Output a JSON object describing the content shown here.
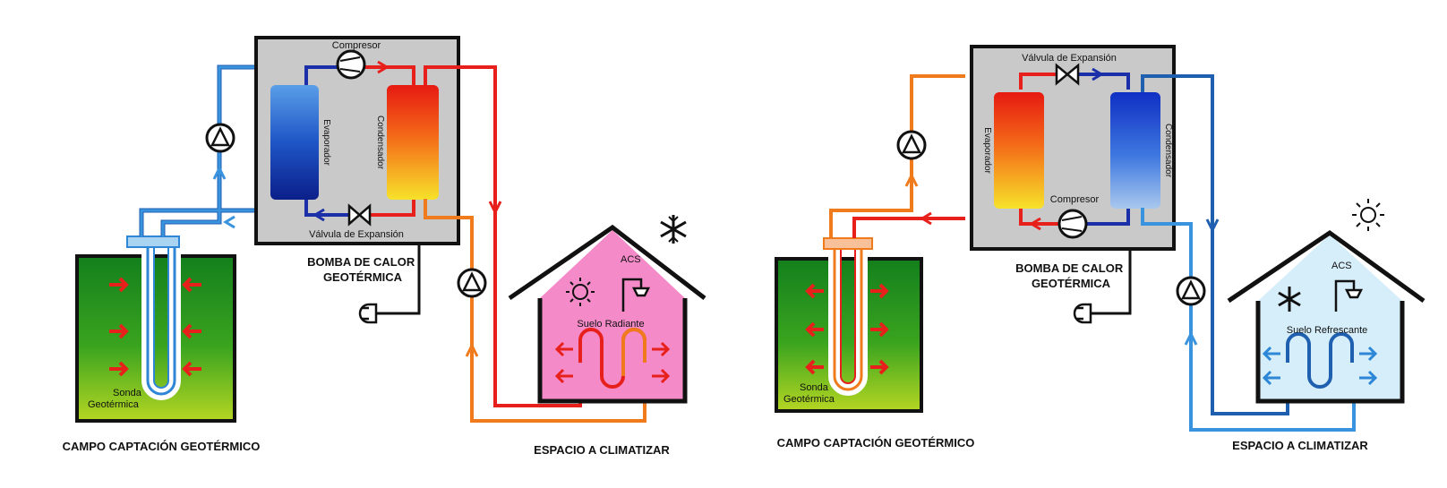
{
  "colors": {
    "hot": "#e8201c",
    "warm": "#f07b1c",
    "cold_dark": "#1a2fa8",
    "cold_light": "#2e86d6",
    "pump_box": "#c9c9c9",
    "ground_dark": "#138a1e",
    "ground_light": "#9ccc22",
    "house_heating": "#f48ac8",
    "house_cooling": "#d5eefa"
  },
  "left": {
    "compressor_label": "Compresor",
    "evaporator_label": "Evaporador",
    "condenser_label": "Condensador",
    "valve_label": "Válvula de Expansión",
    "pump_title_line1": "BOMBA DE CALOR",
    "pump_title_line2": "GEOTÉRMICA",
    "probe_line1": "Sonda",
    "probe_line2": "Geotérmica",
    "field_title": "CAMPO CAPTACIÓN GEOTÉRMICO",
    "space_title": "ESPACIO A CLIMATIZAR",
    "acs_label": "ACS",
    "floor_label": "Suelo Radiante",
    "mode_icon": "snowflake-icon",
    "house_icon": "sun-icon"
  },
  "right": {
    "compressor_label": "Compresor",
    "evaporator_label": "Evaporador",
    "condenser_label": "Condensador",
    "valve_label": "Válvula de Expansión",
    "pump_title_line1": "BOMBA DE CALOR",
    "pump_title_line2": "GEOTÉRMICA",
    "probe_line1": "Sonda",
    "probe_line2": "Geotérmica",
    "field_title": "CAMPO CAPTACIÓN GEOTÉRMICO",
    "space_title": "ESPACIO A CLIMATIZAR",
    "acs_label": "ACS",
    "floor_label": "Suelo Refrescante",
    "mode_icon": "sun-icon",
    "house_icon": "snowflake-icon"
  }
}
